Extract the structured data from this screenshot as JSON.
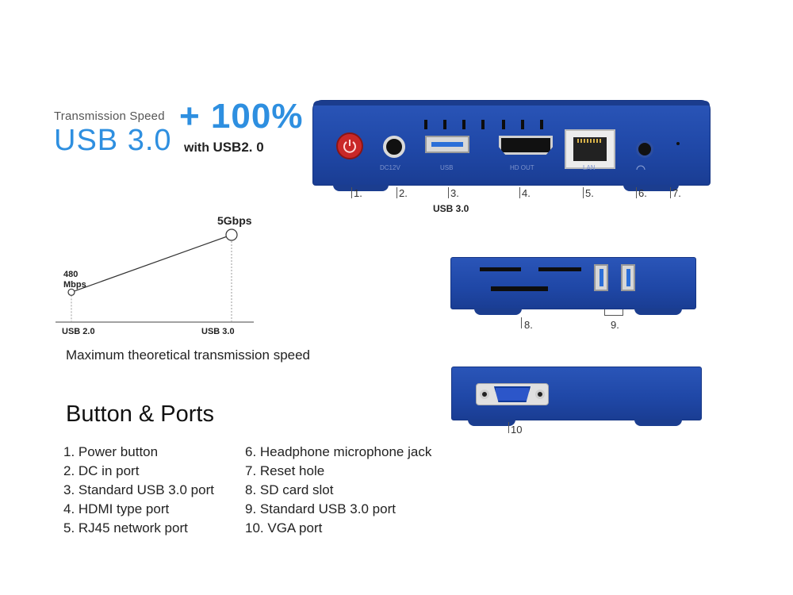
{
  "headline": {
    "transmission_speed": "Transmission Speed",
    "plus_percent": "+ 100%",
    "usb_version": "USB 3.0",
    "with_text": "with ",
    "usb2_text": "USB2. 0"
  },
  "rear_panel": {
    "port_texts": [
      "DC12V",
      "USB",
      "HD OUT",
      "LAN"
    ],
    "numbers": [
      "1.",
      "2.",
      "3.",
      "4.",
      "5.",
      "6.",
      "7."
    ],
    "usb_label": "USB 3.0"
  },
  "side_panel": {
    "numbers": [
      "8.",
      "9."
    ]
  },
  "back_panel": {
    "number": "10"
  },
  "chart_data": {
    "type": "line",
    "categories": [
      "USB 2.0",
      "USB 3.0"
    ],
    "series": [
      {
        "values": [
          480,
          5000
        ]
      }
    ],
    "point_labels": [
      "480\nMbps",
      "5Gbps"
    ],
    "unit": "Mbps"
  },
  "chart_text": {
    "label_480": "480",
    "label_mbps": "Mbps",
    "label_5g": "5Gbps",
    "x_usb2": "USB 2.0",
    "x_usb3": "USB 3.0",
    "caption": "Maximum theoretical transmission speed"
  },
  "ports": {
    "title": "Button & Ports",
    "left": [
      "1. Power button",
      "2. DC in port",
      "3. Standard USB 3.0 port",
      "4. HDMI type port",
      "5. RJ45  network port"
    ],
    "right": [
      "6. Headphone microphone jack",
      "7. Reset hole",
      "8. SD card slot",
      "9. Standard USB 3.0 port",
      "10. VGA port"
    ]
  },
  "colors": {
    "accent_blue": "#2e8fe0",
    "device_blue": "#2149a8",
    "power_red": "#c92828"
  }
}
